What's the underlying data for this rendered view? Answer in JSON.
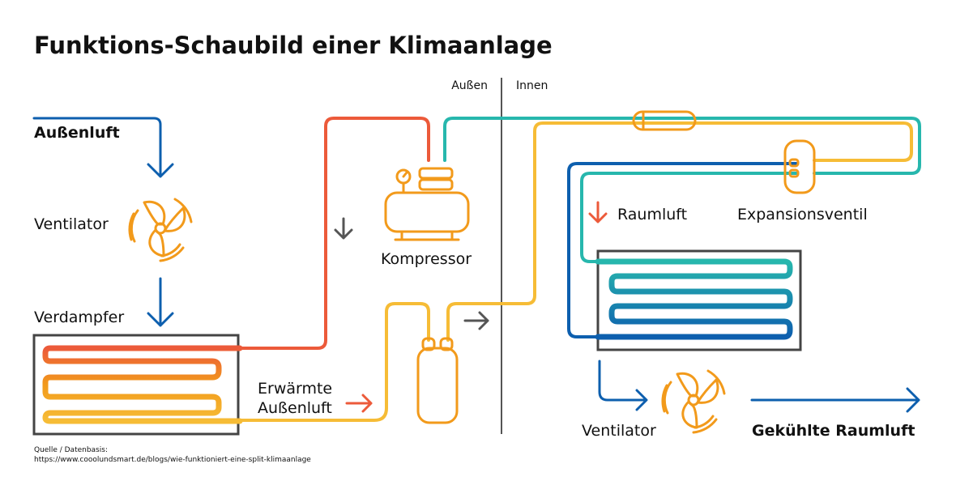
{
  "title": "Funktions-Schaubild einer Klimaanlage",
  "sides": {
    "outside": "Außen",
    "inside": "Innen"
  },
  "labels": {
    "outside_air": "Außenluft",
    "fan_outside": "Ventilator",
    "evaporator": "Verdampfer",
    "compressor": "Kompressor",
    "warmed_air_line1": "Erwärmte",
    "warmed_air_line2": "Außenluft",
    "room_air": "Raumluft",
    "expansion_valve": "Expansionsventil",
    "fan_inside": "Ventilator",
    "cooled_air": "Gekühlte Raumluft"
  },
  "source": {
    "label": "Quelle / Datenbasis:",
    "url": "https://www.cooolundsmart.de/blogs/wie-funktioniert-eine-split-klimaanlage"
  },
  "colors": {
    "hot_red": "#ec5a3a",
    "orange": "#f29a1b",
    "yellow": "#f6bc36",
    "teal": "#27b7ad",
    "blue": "#0d5fae",
    "gray": "#555555",
    "frame": "#444444"
  }
}
